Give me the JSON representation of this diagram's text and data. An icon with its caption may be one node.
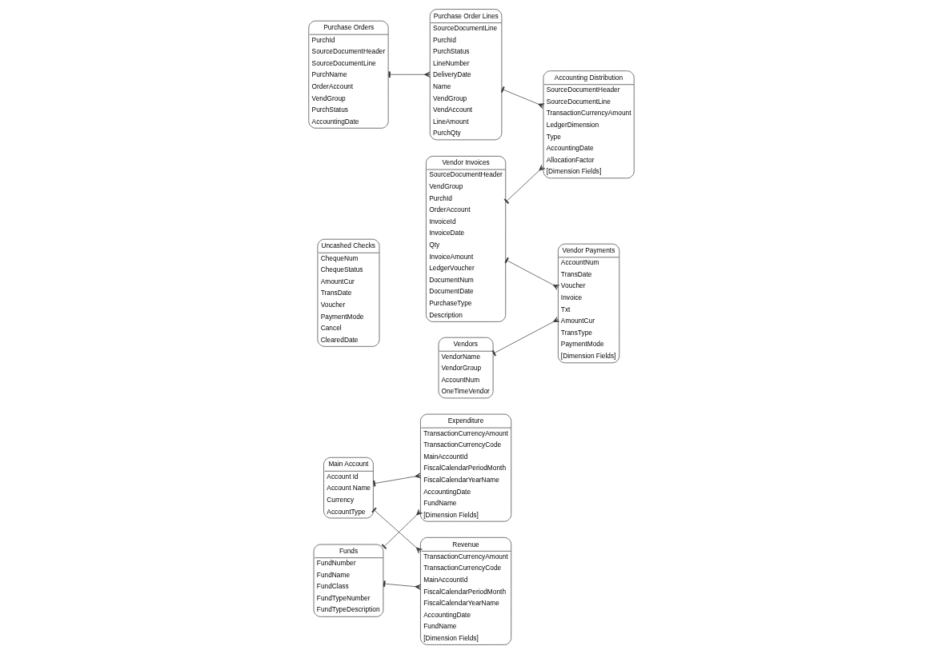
{
  "diagram": {
    "nodes": [
      {
        "text": [
          "Main Account",
          "Account Id",
          "Account Name",
          "Currency",
          "AccountType"
        ]
      },
      {
        "text": [
          "Expenditure",
          "TransactionCurrencyAmount",
          "TransactionCurrencyCode",
          "MainAccountId",
          "FiscalCalendarPeriodMonth",
          "FiscalCalendarYearName",
          "AccountingDate",
          "FundName",
          "[Dimension Fields]"
        ]
      },
      {
        "text": [
          "Funds",
          "FundNumber",
          "FundName",
          "FundClass",
          "FundTypeNumber",
          "FundTypeDescription"
        ]
      },
      {
        "text": [
          "Uncashed Checks",
          "ChequeNum",
          "ChequeStatus",
          "AmountCur",
          "TransDate",
          "Voucher",
          "PaymentMode",
          "Cancel",
          "ClearedDate"
        ]
      },
      {
        "text": [
          "Revenue",
          "TransactionCurrencyAmount",
          "TransactionCurrencyCode",
          "MainAccountId",
          "FiscalCalendarPeriodMonth",
          "FiscalCalendarYearName",
          "AccountingDate",
          "FundName",
          "[Dimension Fields]"
        ]
      },
      {
        "text": [
          "Accounting Distribution",
          "SourceDocumentHeader",
          "SourceDocumentLine",
          "TransactionCurrencyAmount",
          "LedgerDimension",
          "Type",
          "AccountingDate",
          "AllocationFactor",
          "[Dimension Fields]"
        ]
      },
      {
        "text": [
          "Vendor Invoices",
          "SourceDocumentHeader",
          "VendGroup",
          "PurchId",
          "OrderAccount",
          "InvoiceId",
          "InvoiceDate",
          "Qty",
          "InvoiceAmount",
          "LedgerVoucher",
          "DocumentNum",
          "DocumentDate",
          "PurchaseType",
          "Description"
        ]
      },
      {
        "text": [
          "Vendors",
          "VendorName",
          "VendorGroup",
          "AccountNum",
          "OneTimeVendor"
        ]
      },
      {
        "text": [
          "Vendor Payments",
          "AccountNum",
          "TransDate",
          "Voucher",
          "Invoice",
          "Txt",
          "AmountCur",
          "TransType",
          "PaymentMode",
          "[Dimension Fields]"
        ]
      },
      {
        "text": [
          "Purchase Order Lines",
          "SourceDocumentLine",
          "PurchId",
          "PurchStatus",
          "LineNumber",
          "DeliveryDate",
          "Name",
          "VendGroup",
          "VendAccount",
          "LineAmount",
          "PurchQty"
        ]
      },
      {
        "text": [
          "Purchase Orders",
          "PurchId",
          "SourceDocumentHeader",
          "SourceDocumentLine",
          "PurchName",
          "OrderAccount",
          "VendGroup",
          "PurchStatus",
          "AccountingDate"
        ]
      }
    ],
    "edges": [
      {
        "from": 0,
        "to": 1,
        "arrow": "other"
      },
      {
        "from": 0,
        "to": 4,
        "arrow": "other"
      },
      {
        "from": 2,
        "to": 1,
        "arrow": "other"
      },
      {
        "from": 2,
        "to": 4,
        "arrow": "other"
      },
      {
        "from": 7,
        "to": 8,
        "arrow": "other"
      },
      {
        "from": 6,
        "to": 8,
        "arrow": "other"
      },
      {
        "from": 6,
        "to": 5,
        "arrow": "other"
      },
      {
        "from": 9,
        "to": 5,
        "arrow": "other"
      },
      {
        "from": 10,
        "to": 9,
        "arrow": "other"
      }
    ]
  }
}
